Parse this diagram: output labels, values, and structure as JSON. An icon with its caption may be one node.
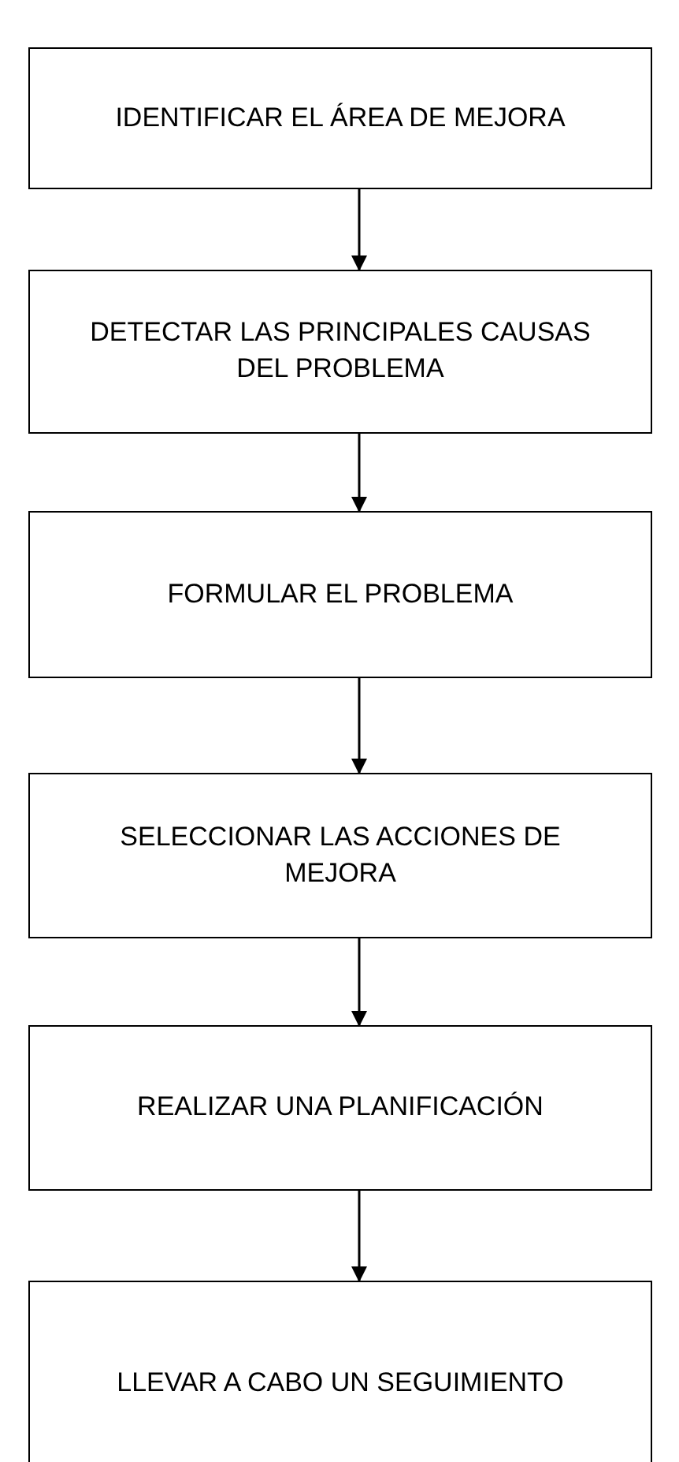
{
  "diagram": {
    "nodes": [
      {
        "text": [
          "IDENTIFICAR EL ÁREA DE MEJORA"
        ]
      },
      {
        "text": [
          "DETECTAR LAS PRINCIPALES CAUSAS DEL PROBLEMA"
        ]
      },
      {
        "text": [
          "FORMULAR EL PROBLEMA"
        ]
      },
      {
        "text": [
          "SELECCIONAR LAS ACCIONES DE MEJORA"
        ]
      },
      {
        "text": [
          "REALIZAR UNA PLANIFICACIÓN"
        ]
      },
      {
        "text": [
          "LLEVAR A CABO UN SEGUIMIENTO"
        ]
      }
    ],
    "edges": [
      {
        "from": 0,
        "to": 1,
        "arrow": "to"
      },
      {
        "from": 1,
        "to": 2,
        "arrow": "to"
      },
      {
        "from": 2,
        "to": 3,
        "arrow": "to"
      },
      {
        "from": 3,
        "to": 4,
        "arrow": "to"
      },
      {
        "from": 4,
        "to": 5,
        "arrow": "to"
      }
    ]
  }
}
